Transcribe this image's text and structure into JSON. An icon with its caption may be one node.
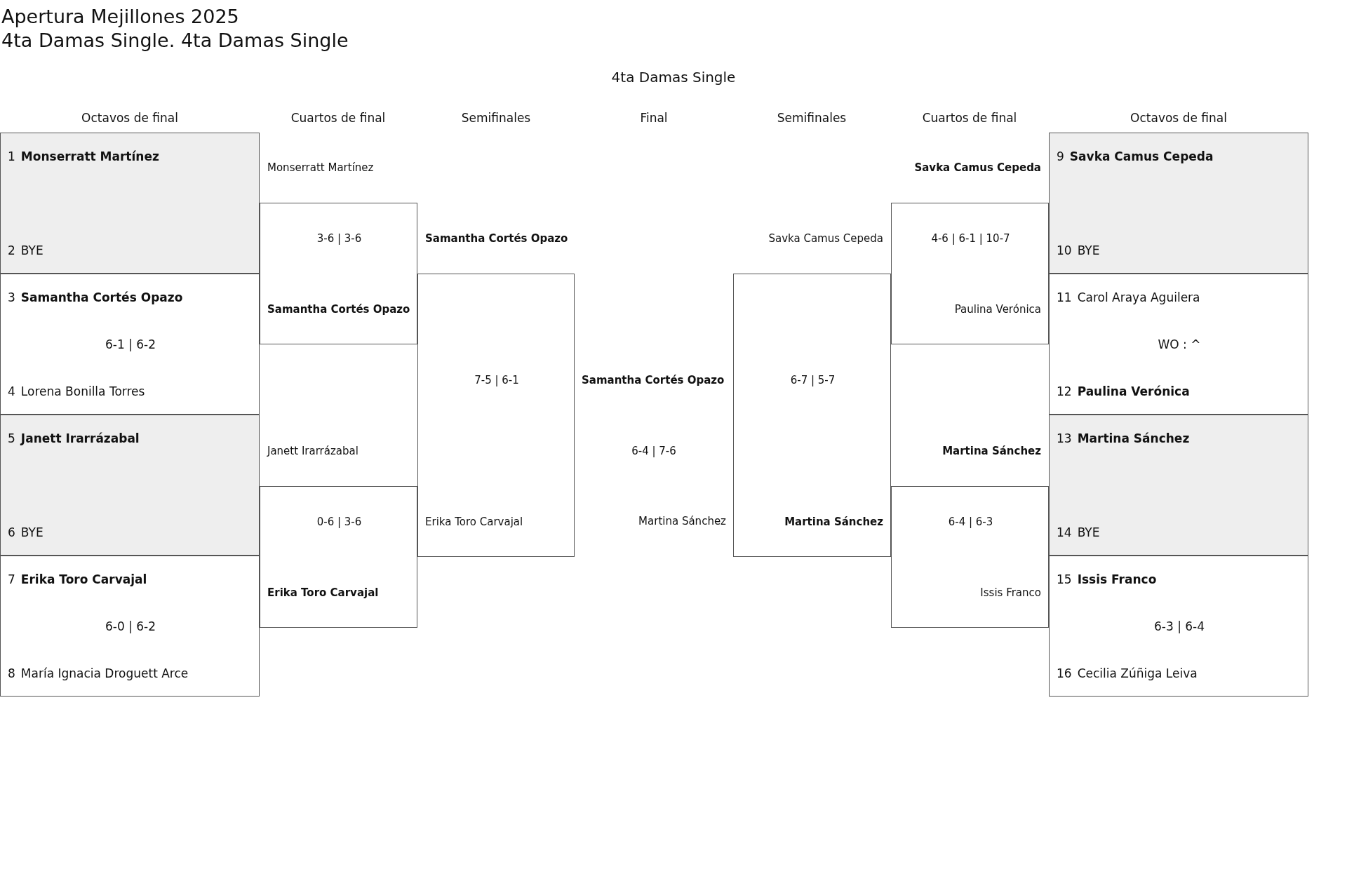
{
  "diagram": {
    "title": "Apertura Mejillones 2025",
    "nodes": [
      {
        "text": [
          "1",
          "Monserratt Martínez",
          "2",
          "BYE"
        ]
      },
      {
        "text": [
          "3",
          "Samantha Cortés Opazo",
          "6-1 | 6-2",
          "4",
          "Lorena Bonilla Torres"
        ]
      },
      {
        "text": [
          "5",
          "Janett Irarrázabal",
          "6",
          "BYE"
        ]
      },
      {
        "text": [
          "7",
          "Erika Toro Carvajal",
          "6-0 | 6-2",
          "8",
          "María Ignacia Droguett Arce"
        ]
      },
      {
        "text": [
          "Monserratt Martínez",
          "3-6 | 3-6",
          "Samantha Cortés Opazo"
        ]
      },
      {
        "text": [
          "Janett Irarrázabal",
          "0-6 | 3-6",
          "Erika Toro Carvajal"
        ]
      },
      {
        "text": [
          "Samantha Cortés Opazo",
          "7-5 | 6-1",
          "Erika Toro Carvajal"
        ]
      },
      {
        "text": [
          "Samantha Cortés Opazo",
          "6-4 | 7-6",
          "Martina Sánchez"
        ]
      },
      {
        "text": [
          "Savka Camus Cepeda",
          "6-7 | 5-7",
          "Martina Sánchez"
        ]
      },
      {
        "text": [
          "Savka Camus Cepeda",
          "4-6 | 6-1 | 10-7",
          "Paulina Verónica"
        ]
      },
      {
        "text": [
          "Martina Sánchez",
          "6-4 | 6-3",
          "Issis Franco"
        ]
      },
      {
        "text": [
          "9",
          "Savka Camus Cepeda",
          "10",
          "BYE"
        ]
      },
      {
        "text": [
          "11",
          "Carol Araya Aguilera",
          "WO : ^",
          "12",
          "Paulina Verónica"
        ]
      },
      {
        "text": [
          "13",
          "Martina Sánchez",
          "14",
          "BYE"
        ]
      },
      {
        "text": [
          "15",
          "Issis Franco",
          "6-3 | 6-4",
          "16",
          "Cecilia Zúñiga Leiva"
        ]
      }
    ],
    "labels": [
      "4ta Damas Single. 4ta Damas Single",
      "4ta Damas Single",
      "Octavos de final",
      "Cuartos de final",
      "Semifinales",
      "Final",
      "Semifinales",
      "Cuartos de final",
      "Octavos de final"
    ]
  }
}
